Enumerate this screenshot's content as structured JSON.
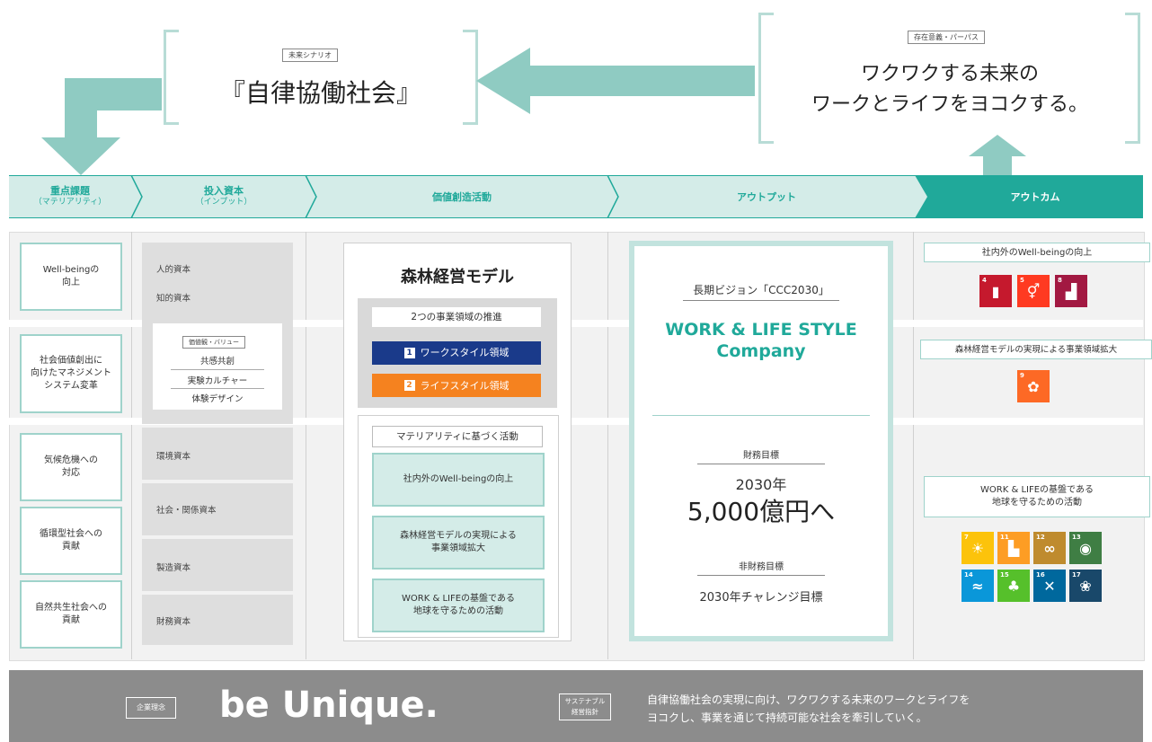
{
  "top": {
    "future_tag": "未来シナリオ",
    "future_title": "『自律協働社会』",
    "purpose_tag": "存在意義・パーパス",
    "purpose_line1": "ワクワクする未来の",
    "purpose_line2": "ワークとライフをヨコクする。"
  },
  "stages": [
    {
      "line1": "重点課題",
      "line2": "（マテリアリティ）"
    },
    {
      "line1": "投入資本",
      "line2": "（インプット）"
    },
    {
      "line1": "価値創造活動",
      "line2": ""
    },
    {
      "line1": "アウトプット",
      "line2": ""
    },
    {
      "line1": "アウトカム",
      "line2": ""
    }
  ],
  "materiality": [
    {
      "line1": "Well-beingの",
      "line2": "向上",
      "line3": ""
    },
    {
      "line1": "社会価値創出に",
      "line2": "向けたマネジメント",
      "line3": "システム変革"
    },
    {
      "line1": "気候危機への",
      "line2": "対応",
      "line3": ""
    },
    {
      "line1": "循環型社会への",
      "line2": "貢献",
      "line3": ""
    },
    {
      "line1": "自然共生社会への",
      "line2": "貢献",
      "line3": ""
    }
  ],
  "capitals": {
    "human": "人的資本",
    "intellectual": "知的資本",
    "values_tag": "価値観・バリュー",
    "values": [
      "共感共創",
      "実験カルチャー",
      "体験デザイン"
    ],
    "environment": "環境資本",
    "social": "社会・関係資本",
    "manufacturing": "製造資本",
    "financial": "財務資本"
  },
  "activity": {
    "title": "森林経営モデル",
    "domains_heading": "2つの事業領域の推進",
    "domain1_num": "1",
    "domain1": "ワークスタイル領域",
    "domain2_num": "2",
    "domain2": "ライフスタイル領域",
    "materiality_heading": "マテリアリティに基づく活動",
    "act1": "社内外のWell-beingの向上",
    "act2_l1": "森林経営モデルの実現による",
    "act2_l2": "事業領域拡大",
    "act3_l1": "WORK & LIFEの基盤である",
    "act3_l2": "地球を守るための活動"
  },
  "output": {
    "vision": "長期ビジョン「CCC2030」",
    "brand1": "WORK & LIFE STYLE",
    "brand2": "Company",
    "fin_label": "財務目標",
    "fin_year": "2030年",
    "fin_value": "5,000億円へ",
    "nonfin_label": "非財務目標",
    "nonfin_value": "2030年チャレンジ目標"
  },
  "outcome": {
    "o1": "社内外のWell-beingの向上",
    "o2": "森林経営モデルの実現による事業領域拡大",
    "o3_l1": "WORK & LIFEの基盤である",
    "o3_l2": "地球を守るための活動"
  },
  "sdgs": {
    "group1": [
      {
        "num": "4",
        "color": "#c5192d",
        "glyph": "▮"
      },
      {
        "num": "5",
        "color": "#ff3a21",
        "glyph": "⚥"
      },
      {
        "num": "8",
        "color": "#a21942",
        "glyph": "▟"
      }
    ],
    "group2": [
      {
        "num": "9",
        "color": "#fd6925",
        "glyph": "✿"
      }
    ],
    "group3": [
      {
        "num": "7",
        "color": "#fcc30b",
        "glyph": "☀"
      },
      {
        "num": "11",
        "color": "#fd9d24",
        "glyph": "▙"
      },
      {
        "num": "12",
        "color": "#bf8b2e",
        "glyph": "∞"
      },
      {
        "num": "13",
        "color": "#3f7e44",
        "glyph": "◉"
      },
      {
        "num": "14",
        "color": "#0a97d9",
        "glyph": "≈"
      },
      {
        "num": "15",
        "color": "#56c02b",
        "glyph": "♣"
      },
      {
        "num": "16",
        "color": "#00689d",
        "glyph": "✕"
      },
      {
        "num": "17",
        "color": "#19486a",
        "glyph": "❀"
      }
    ]
  },
  "footer": {
    "philosophy_tag": "企業理念",
    "slogan": "be Unique.",
    "policy_tag_l1": "サステナブル",
    "policy_tag_l2": "経営指針",
    "policy_l1": "自律協働社会の実現に向け、ワクワクする未来のワークとライフを",
    "policy_l2": "ヨコクし、事業を通じて持続可能な社会を牽引していく。"
  },
  "colors": {
    "teal": "#20a99a",
    "light_teal": "#d4ece8",
    "arrow": "#8fcbc2",
    "navy": "#1a3a8a",
    "orange": "#f5821f",
    "footer": "#8c8c8c"
  }
}
